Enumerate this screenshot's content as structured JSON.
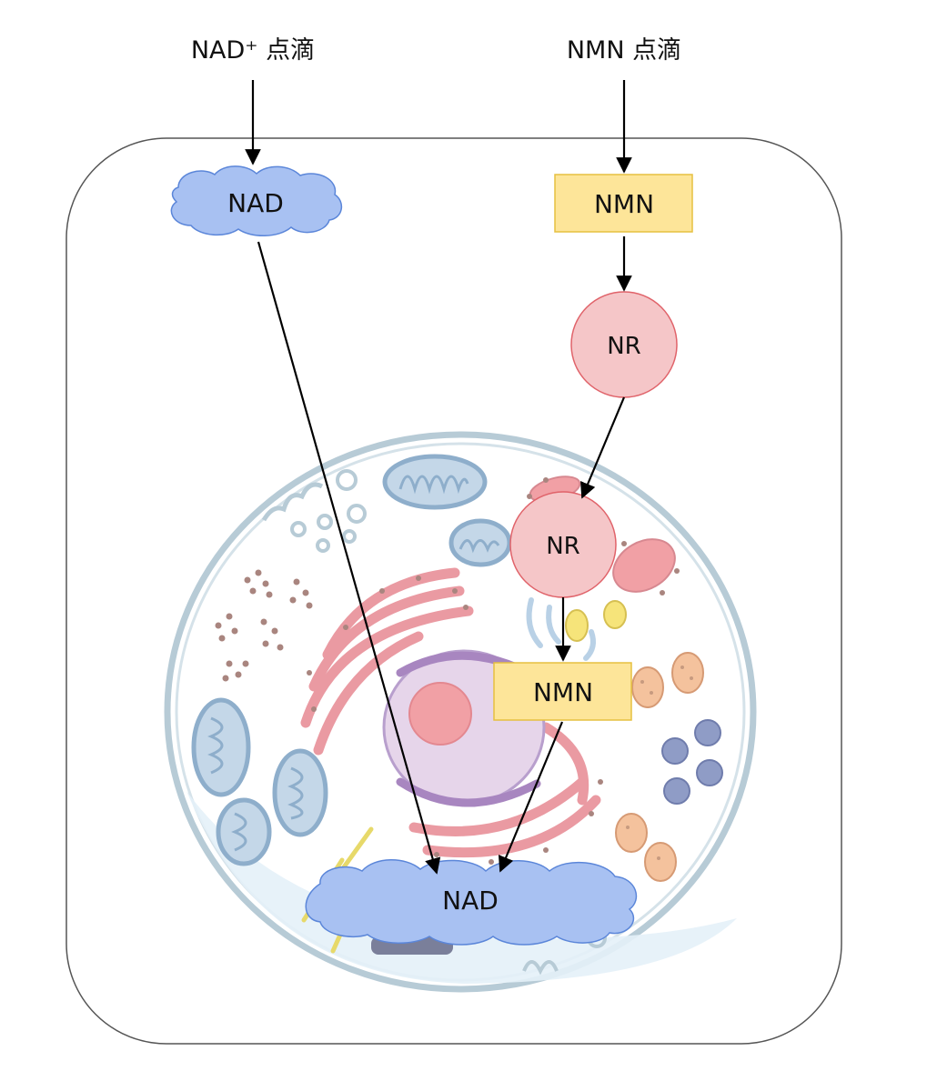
{
  "inputs": {
    "nad_label": "NAD⁺ 点滴",
    "nmn_label": "NMN 点滴"
  },
  "nodes": {
    "nad_top": "NAD",
    "nmn_top": "NMN",
    "nr_upper": "NR",
    "nr_lower": "NR",
    "nmn_lower": "NMN",
    "nad_bottom": "NAD"
  },
  "colors": {
    "nad_fill": "#a8c1f2",
    "nad_stroke": "#5b86d9",
    "nmn_fill": "#fde599",
    "nmn_stroke": "#e6c040",
    "nr_fill": "#f5c6c8",
    "nr_stroke": "#e0636a",
    "cell_stroke": "#a7c0ce",
    "arrow": "#000000"
  },
  "icons": {
    "background": "animal-cell-illustration"
  }
}
